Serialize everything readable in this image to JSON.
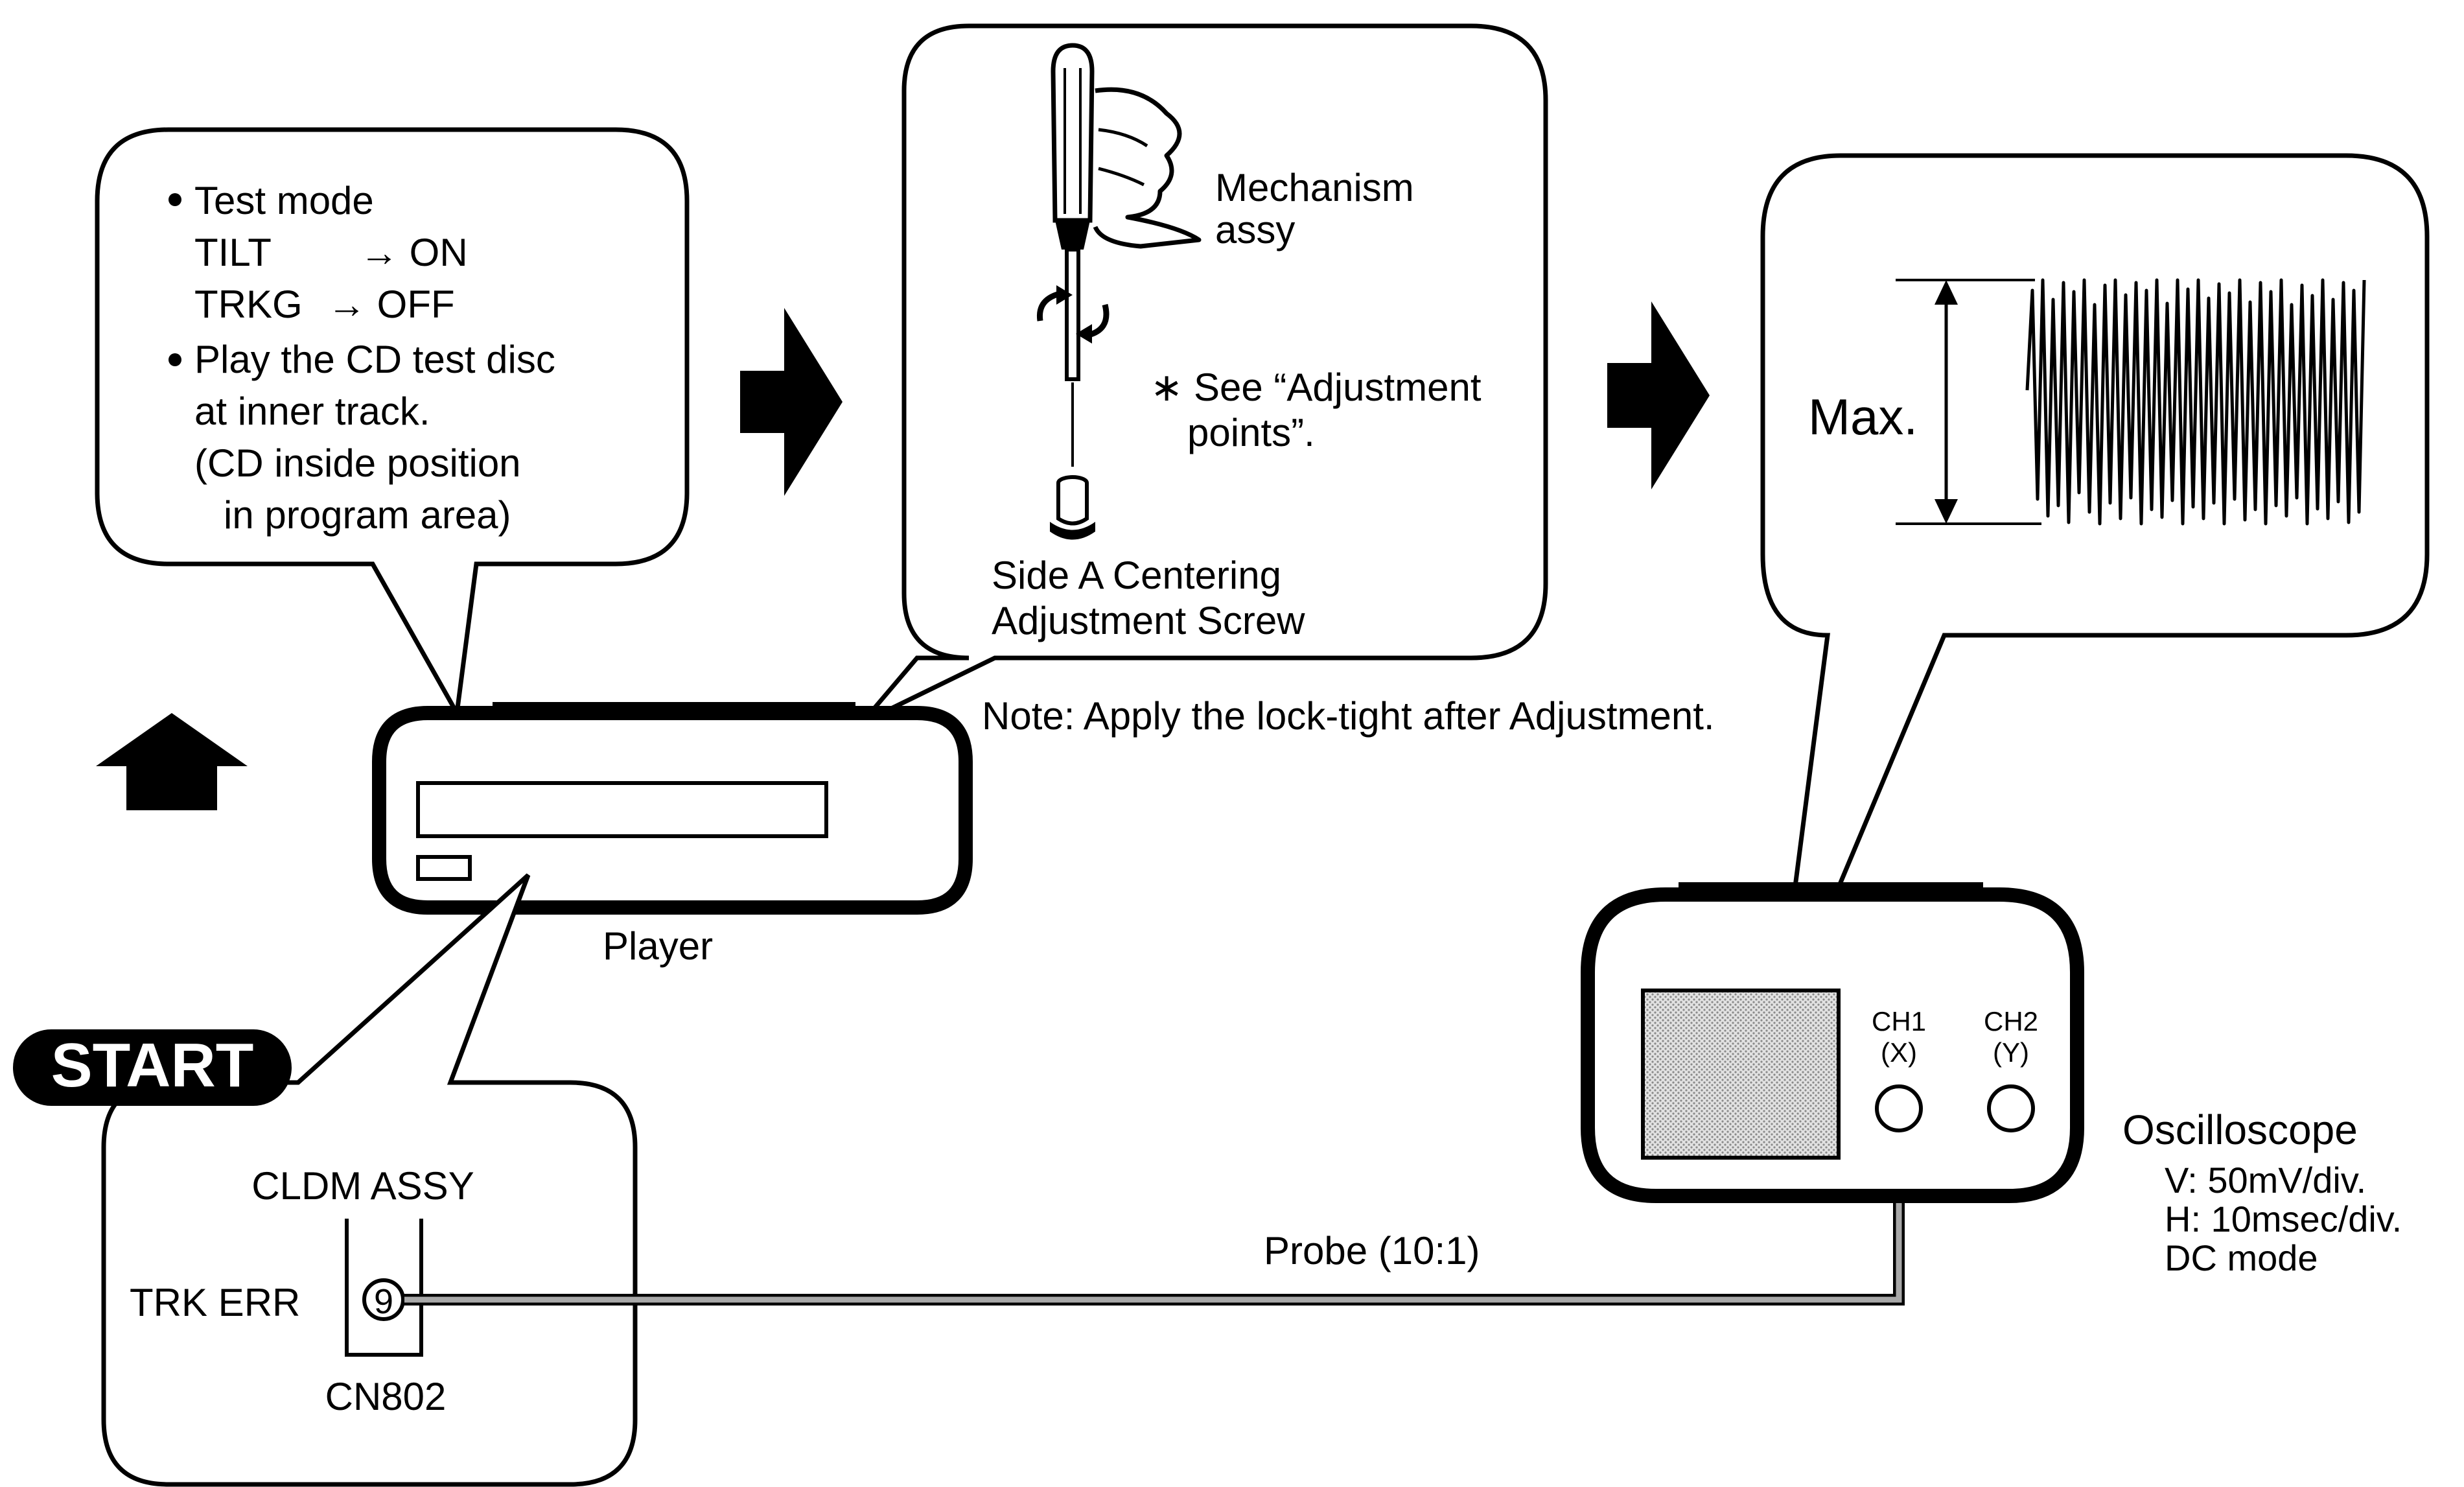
{
  "step1_bubble": {
    "bullet1": "Test mode",
    "tilt_label": "TILT",
    "tilt_value": "→ ON",
    "trkg_label": "TRKG",
    "trkg_value": "→ OFF",
    "bullet2_line1": "Play the CD test disc",
    "bullet2_line2": "at inner track.",
    "bullet2_line3": "(CD inside position",
    "bullet2_line4": "in program area)"
  },
  "step2_bubble": {
    "mechanism_line1": "Mechanism",
    "mechanism_line2": "assy",
    "see_line1": "∗ See “Adjustment",
    "see_line2": "points”.",
    "screw_line1": "Side A Centering",
    "screw_line2": "Adjustment Screw"
  },
  "note": "Note: Apply the lock-tight after Adjustment.",
  "waveform_bubble": {
    "max_label": "Max."
  },
  "player_label": "Player",
  "start_badge": "START",
  "start_bubble": {
    "assy_label": "CLDM ASSY",
    "pin_label": "TRK ERR",
    "pin_number": "9",
    "connector_label": "CN802"
  },
  "probe_label": "Probe (10:1)",
  "oscilloscope": {
    "ch1_line1": "CH1",
    "ch1_line2": "(X)",
    "ch2_line1": "CH2",
    "ch2_line2": "(Y)",
    "title": "Oscilloscope",
    "setting_v": "V: 50mV/div.",
    "setting_h": "H: 10msec/div.",
    "setting_mode": "DC mode"
  },
  "colors": {
    "ink": "#000000",
    "screen_fill": "#d4d4d4",
    "probe_cable": "#a8a8a8",
    "background": "#ffffff"
  }
}
